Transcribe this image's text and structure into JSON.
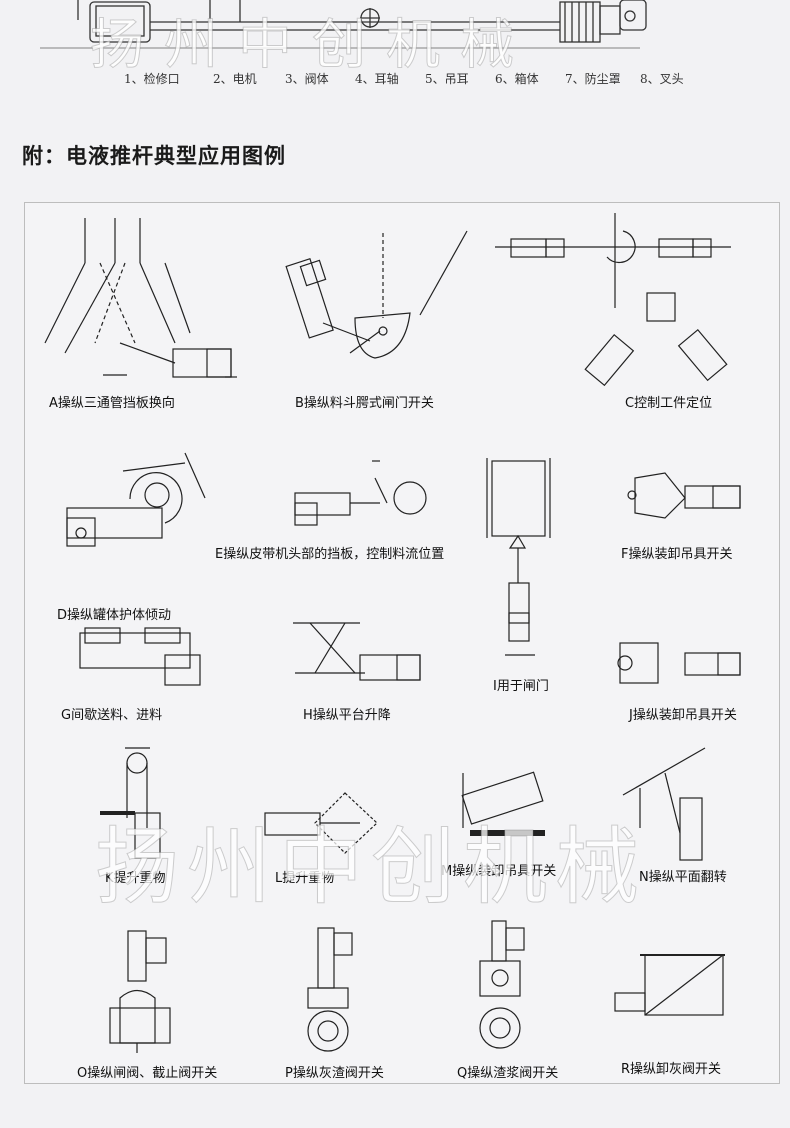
{
  "parts": [
    "1、检修口",
    "2、电机",
    "3、阀体",
    "4、耳轴",
    "5、吊耳",
    "6、箱体",
    "7、防尘罩",
    "8、叉头"
  ],
  "heading": "附：电液推杆典型应用图例",
  "applications": {
    "a": "A操纵三通管挡板换向",
    "b": "B操纵料斗腭式闸门开关",
    "c": "C控制工件定位",
    "d": "D操纵罐体护体倾动",
    "e": "E操纵皮带机头部的挡板，控制料流位置",
    "f": "F操纵装卸吊具开关",
    "g": "G间歇送料、进料",
    "h": "H操纵平台升降",
    "i": "I用于闸门",
    "j": "J操纵装卸吊具开关",
    "k": "K提升重物",
    "l": "L提升重物",
    "m": "M操纵装卸吊具开关",
    "n": "N操纵平面翻转",
    "o": "O操纵闸阀、截止阀开关",
    "p": "P操纵灰渣阀开关",
    "q": "Q操纵渣浆阀开关",
    "r": "R操纵卸灰阀开关"
  },
  "watermark": "扬州中创机械"
}
